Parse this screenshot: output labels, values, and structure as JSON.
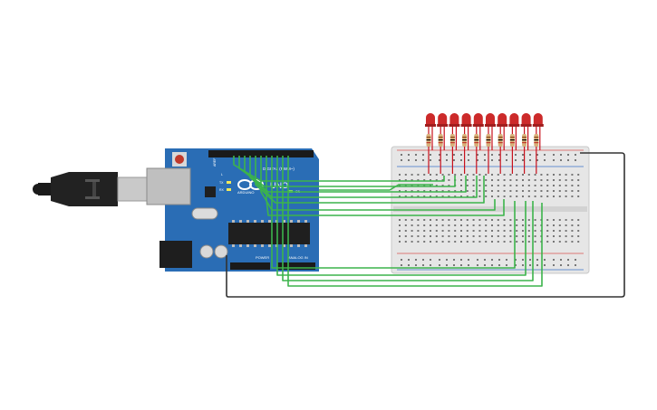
{
  "arduino": {
    "brand_text": "UNO",
    "arduino_label": "ARDUINO",
    "digital_label": "DIGITAL (PWM~)",
    "power_label": "POWER",
    "analog_label": "ANALOG IN",
    "tx_label": "TX",
    "rx_label": "RX",
    "l_label": "L",
    "on_label": "ON",
    "aref_label": "AREF"
  },
  "colors": {
    "board": "#2a6db5",
    "board_dark": "#1d558f",
    "wire_green": "#3cb44b",
    "wire_black": "#333333",
    "breadboard": "#e6e6e6",
    "rail_red": "#d9534f",
    "rail_blue": "#3b73c9",
    "led_red": "#cc2a2a",
    "led_lead": "#c8101c"
  },
  "leds": {
    "count": 10
  },
  "icons": [
    "usb-cable-icon",
    "reset-button-icon",
    "arduino-logo-icon"
  ]
}
